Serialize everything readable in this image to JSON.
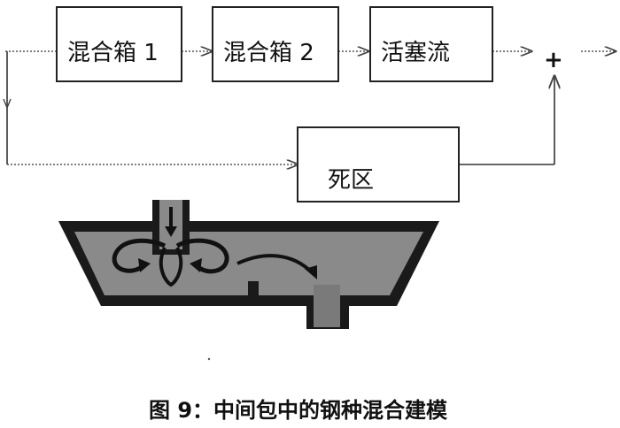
{
  "boxes": {
    "mix1": "混合箱 1",
    "mix2": "混合箱 2",
    "plug": "活塞流",
    "dead": "死区"
  },
  "junction_symbol": "+",
  "caption": "图 9：中间包中的钢种混合建模",
  "colors": {
    "ink": "#1a1a1a",
    "steel": "#8a8a8a",
    "background": "#ffffff"
  }
}
